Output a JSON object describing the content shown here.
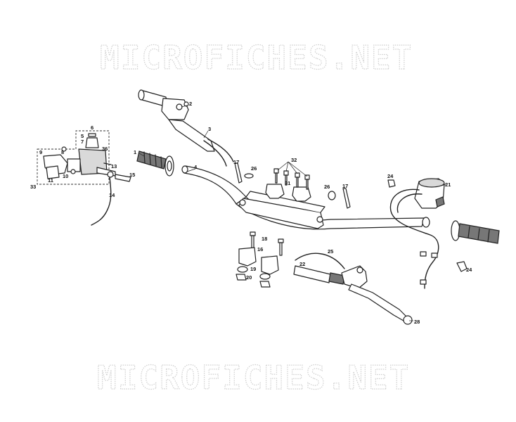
{
  "watermark": {
    "top": "MICROFICHES.NET",
    "bottom": "MICROFICHES.NET"
  },
  "labels": {
    "p1": "1",
    "p2": "2",
    "p3": "3",
    "p4": "4",
    "p5": "5",
    "p6": "6",
    "p7": "7",
    "p8": "8",
    "p9": "9",
    "p10": "10",
    "p11": "11",
    "p13": "13",
    "p14": "14",
    "p15": "15",
    "p16": "16",
    "p17a": "17",
    "p17b": "17",
    "p18": "18",
    "p19": "19",
    "p20": "20",
    "p21": "21",
    "p22": "22",
    "p24a": "24",
    "p24b": "24",
    "p25": "25",
    "p26a": "26",
    "p26b": "26",
    "p28": "28",
    "p31": "31",
    "p32": "32",
    "p33": "33",
    "p36": "36"
  }
}
